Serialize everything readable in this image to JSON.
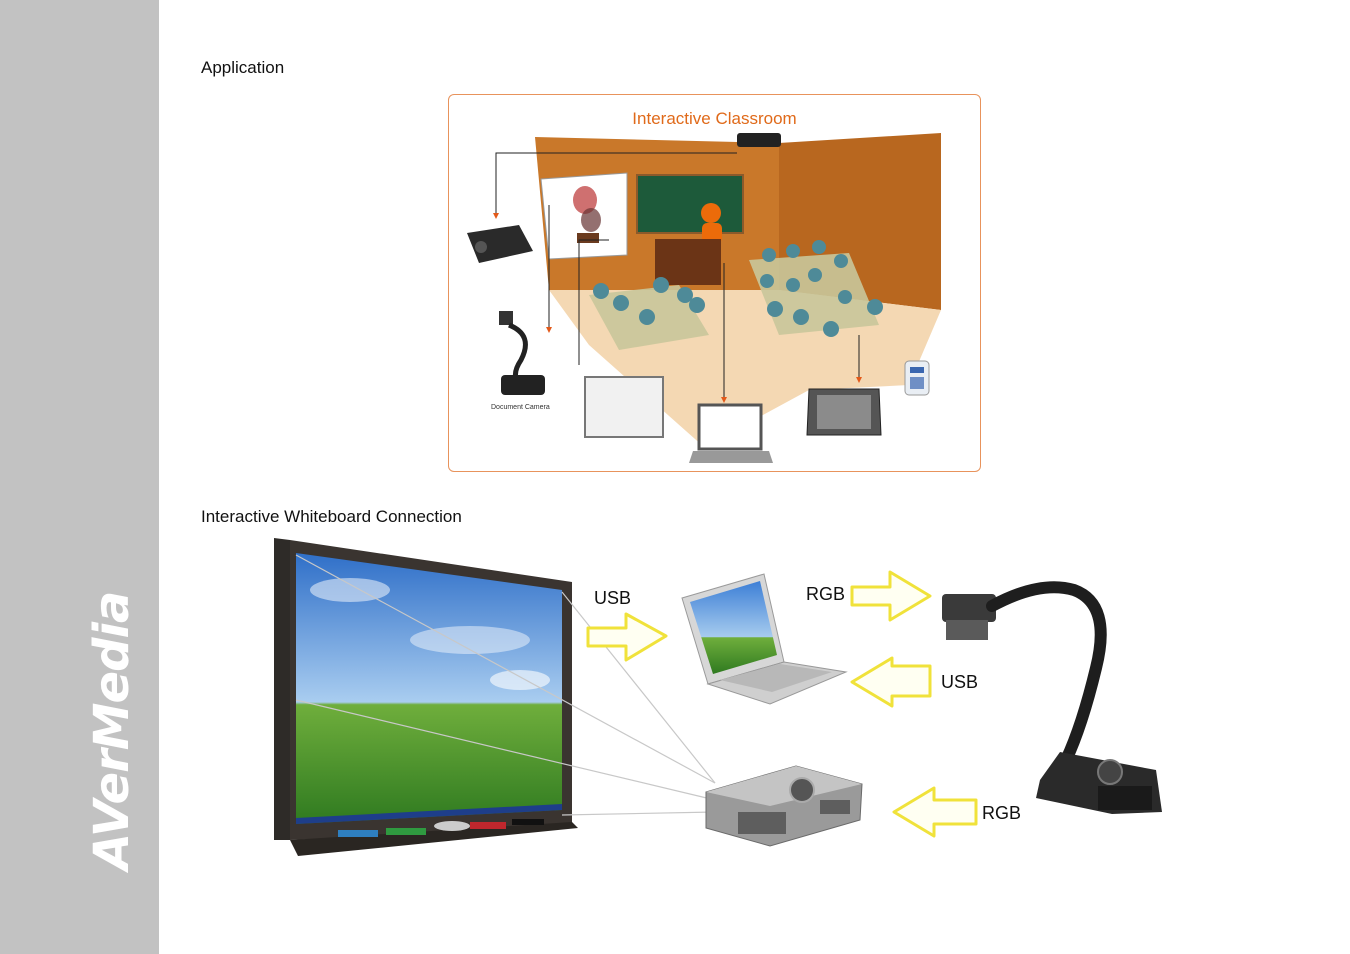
{
  "sidebar": {
    "brand": "AVerMedia"
  },
  "sections": {
    "application": "Application",
    "whiteboard": "Interactive Whiteboard Connection"
  },
  "classroom": {
    "title": "Interactive Classroom",
    "camera_caption": "Document Camera"
  },
  "connections": {
    "usb_board_laptop": "USB",
    "rgb_laptop_camera": "RGB",
    "usb_camera_laptop": "USB",
    "rgb_camera_projector": "RGB"
  }
}
